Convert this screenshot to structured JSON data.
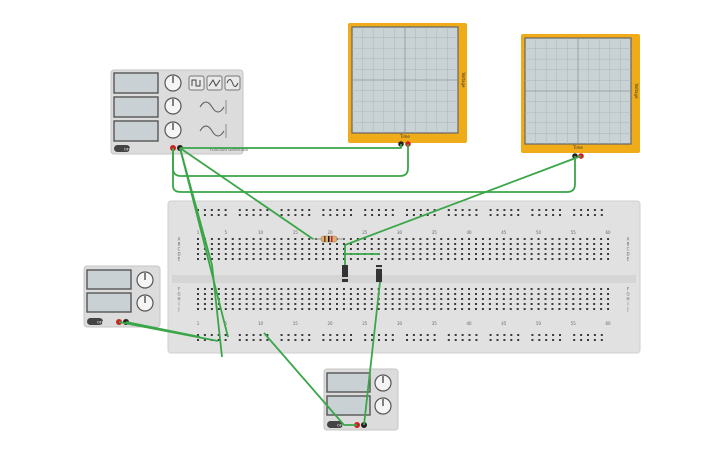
{
  "breadboard": {
    "column_numbers": [
      "1",
      "5",
      "10",
      "15",
      "20",
      "25",
      "30",
      "35",
      "40",
      "45",
      "50",
      "55",
      "60"
    ],
    "row_letters_top": [
      "A",
      "B",
      "C",
      "D",
      "E"
    ],
    "row_letters_bottom": [
      "F",
      "G",
      "H",
      "I",
      "J"
    ]
  },
  "function_generator": {
    "label": "Function Generator",
    "power_label": "OFF",
    "waveforms": [
      "square-wave-icon",
      "triangle-wave-icon",
      "sine-wave-icon"
    ]
  },
  "oscilloscope_1": {
    "x_label": "Time",
    "y_label": "Voltage"
  },
  "oscilloscope_2": {
    "x_label": "Time",
    "y_label": "Voltage"
  },
  "power_supply_left": {
    "power_label": "OFF"
  },
  "power_supply_bottom": {
    "power_label": "OFF"
  },
  "colors": {
    "wire": "#3aa648",
    "scope_frame": "#f0ab18",
    "scope_screen": "#c9d3d6",
    "device_body": "#dcdcdc",
    "board": "#e0e0e0",
    "probe_black": "#222222",
    "probe_red": "#cc2222"
  }
}
